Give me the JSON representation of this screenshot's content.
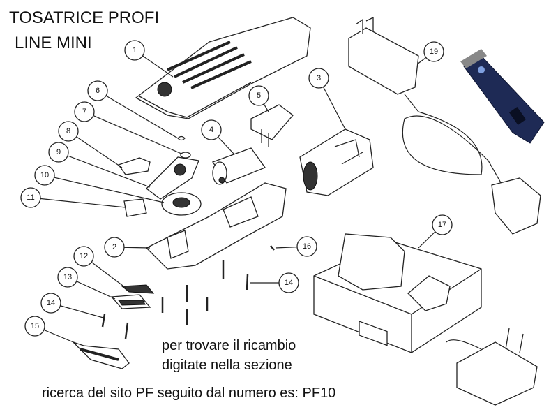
{
  "title": {
    "line1": "TOSATRICE PROFI",
    "line2": "LINE MINI"
  },
  "instructions": {
    "line1": "per trovare il ricambio",
    "line2": "digitate nella sezione",
    "line3": "ricerca del sito PF seguito dal numero es: PF10"
  },
  "callouts": [
    {
      "id": "1",
      "label": "1"
    },
    {
      "id": "2",
      "label": "2"
    },
    {
      "id": "3",
      "label": "3"
    },
    {
      "id": "4",
      "label": "4"
    },
    {
      "id": "5",
      "label": "5"
    },
    {
      "id": "6",
      "label": "6"
    },
    {
      "id": "7",
      "label": "7"
    },
    {
      "id": "8",
      "label": "8"
    },
    {
      "id": "9",
      "label": "9"
    },
    {
      "id": "10",
      "label": "10"
    },
    {
      "id": "11",
      "label": "11"
    },
    {
      "id": "12",
      "label": "12"
    },
    {
      "id": "13",
      "label": "13"
    },
    {
      "id": "14a",
      "label": "14"
    },
    {
      "id": "14b",
      "label": "14"
    },
    {
      "id": "15",
      "label": "15"
    },
    {
      "id": "16",
      "label": "16"
    },
    {
      "id": "17",
      "label": "17"
    },
    {
      "id": "19",
      "label": "19"
    }
  ],
  "colors": {
    "clipper_body": "#1e2a55",
    "line": "#222222"
  }
}
